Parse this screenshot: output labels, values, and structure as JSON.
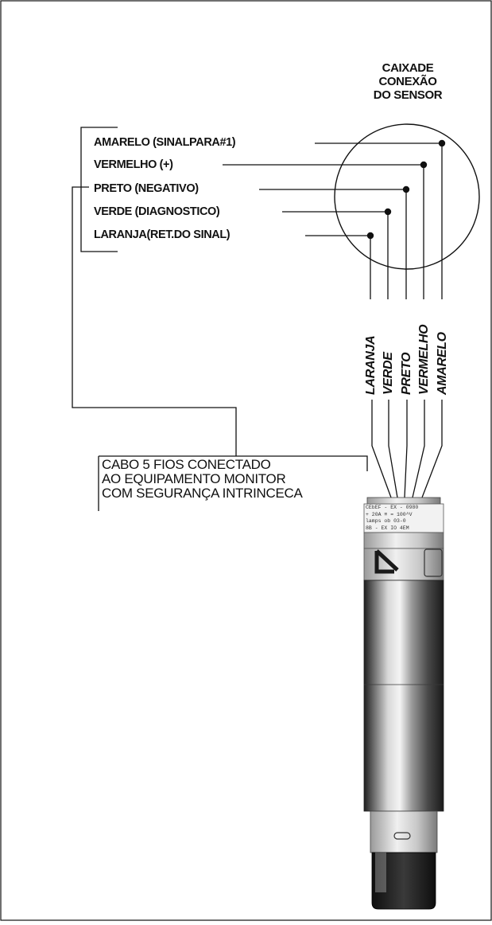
{
  "header": {
    "line1": "CAIXADE",
    "line2": "CONEXÃO",
    "line3": "DO SENSOR"
  },
  "wires": [
    "AMARELO (SINALPARA#1)",
    "VERMELHO (+)",
    "PRETO (NEGATIVO)",
    "VERDE (DIAGNOSTICO)",
    "LARANJA(RET.DO SINAL)"
  ],
  "vertical_labels": [
    "LARANJA",
    "VERDE",
    "PRETO",
    "VERMELHO",
    "AMARELO"
  ],
  "cable": {
    "line1": "CABO 5 FIOS CONECTADO",
    "line2": "AO EQUIPAMENTO MONITOR",
    "line3": "COM SEGURANÇA INTRINCECA"
  },
  "sensor_markings": {
    "line1": "CEbEF - EX - 0980",
    "line2": "+ 20A  ≡ = 100^V",
    "line3": "lamps ob 03-0",
    "line4": "8B - EX IO 4EM"
  },
  "colors": {
    "line": "#111111",
    "sensor_body_light": "#d9d9d9",
    "sensor_body_dark": "#2a2a2a"
  }
}
